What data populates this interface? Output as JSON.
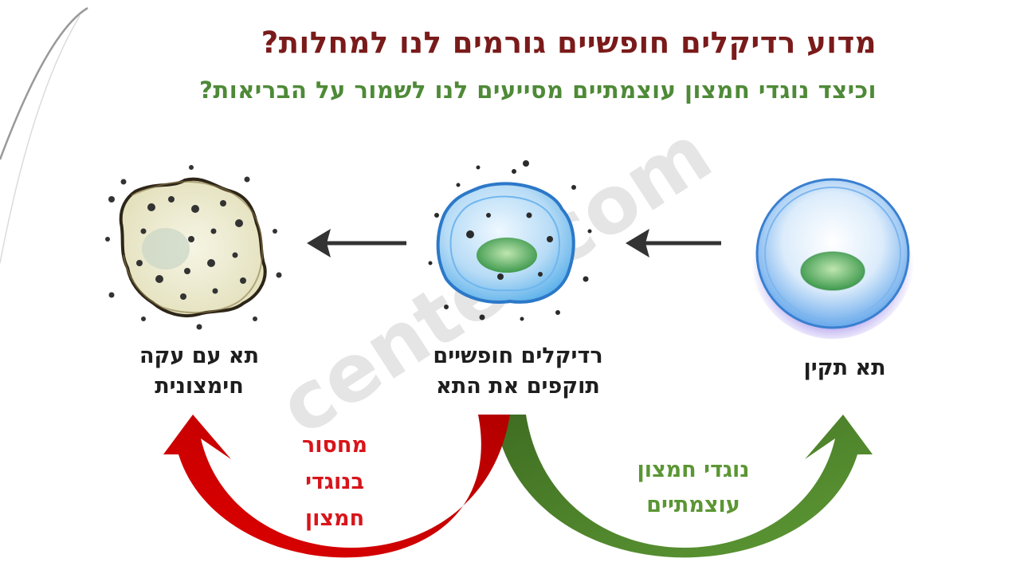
{
  "titles": {
    "main": "מדוע רדיקלים חופשיים גורמים לנו למחלות?",
    "sub": "וכיצד נוגדי חמצון עוצמתיים מסייעים לנו לשמור על הבריאות?"
  },
  "cells": {
    "healthy": {
      "line1": "תא תקין"
    },
    "attacked": {
      "line1": "רדיקלים חופשיים",
      "line2": "תוקפים את התא"
    },
    "stressed": {
      "line1": "תא עם עקה",
      "line2": "חימצונית"
    }
  },
  "arrows": {
    "green": {
      "line1": "נוגדי חמצון",
      "line2": "עוצמתיים"
    },
    "red": {
      "line1": "מחסור",
      "line2": "בנוגדי",
      "line3": "חמצון"
    }
  },
  "watermark": "center.com",
  "colors": {
    "title": "#7a1a1a",
    "subtitle": "#4e8a37",
    "green_arrow": "#4f7d2b",
    "red_arrow": "#cc0000",
    "text": "#1e1e1e"
  },
  "icons": [
    "healthy-cell-icon",
    "attacked-cell-icon",
    "damaged-cell-icon",
    "left-arrow-icon",
    "curved-arrow-icon"
  ]
}
